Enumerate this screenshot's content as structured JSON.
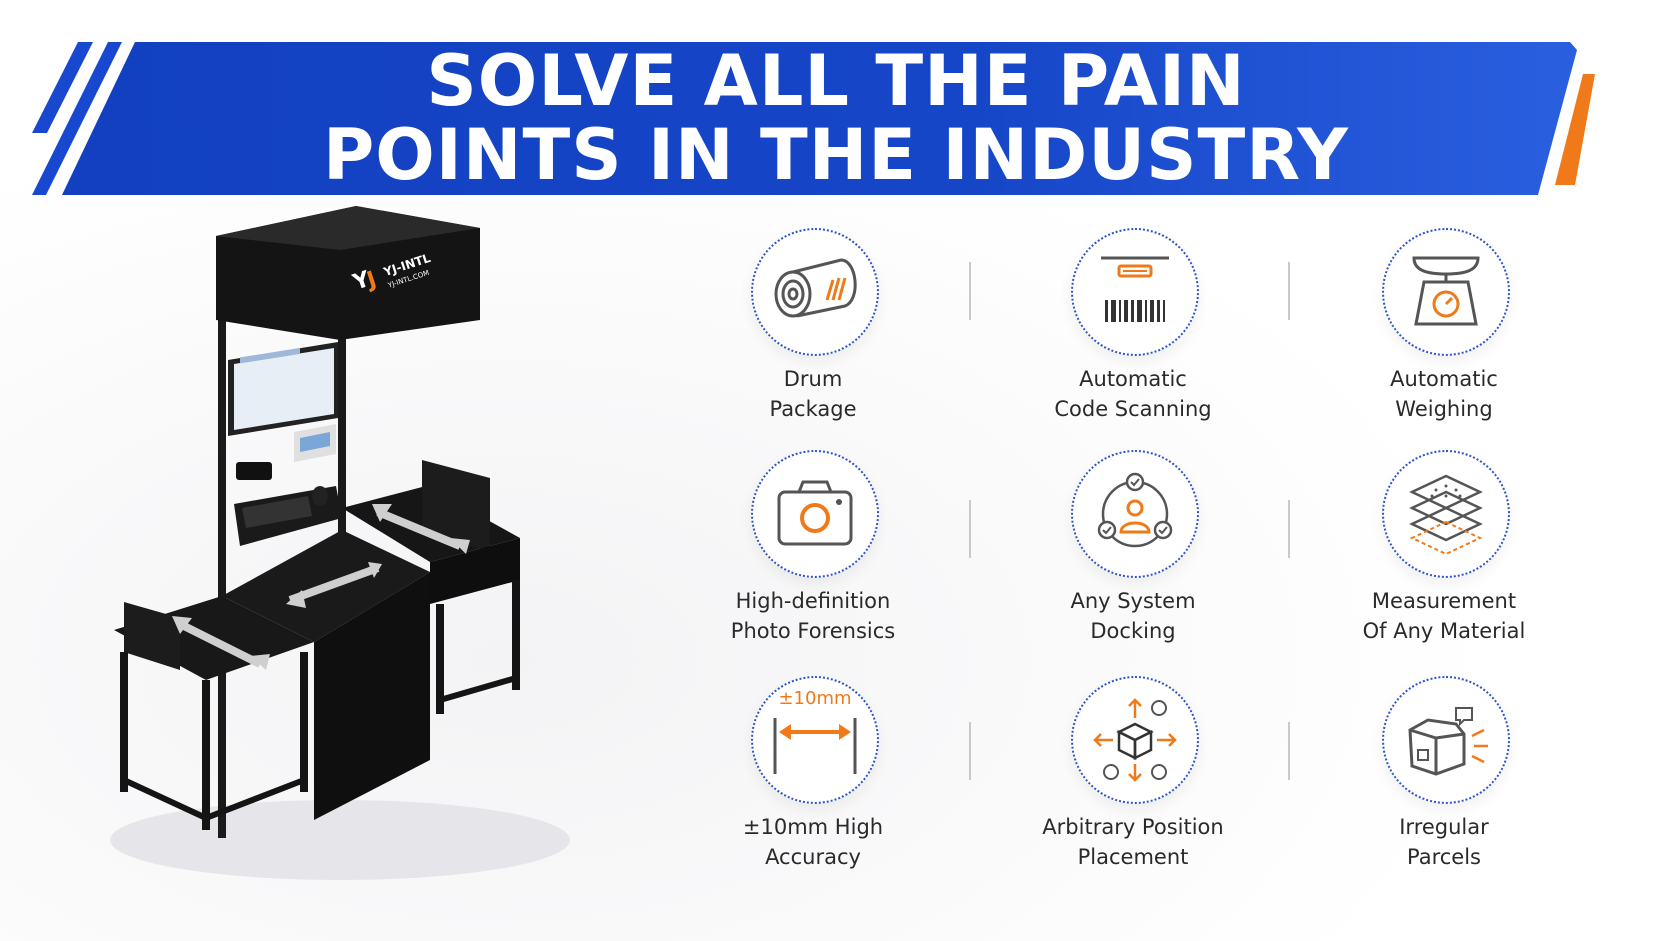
{
  "banner": {
    "title_line1": "SOLVE ALL THE PAIN",
    "title_line2": "POINTS IN THE INDUSTRY",
    "color_primary": "#1646c2",
    "color_accent": "#f07a1a"
  },
  "machine": {
    "brand": "YJ-INTL",
    "brand_url": "YJ-INTL.COM"
  },
  "features": [
    {
      "id": "drum",
      "icon": "drum-roll-icon",
      "line1": "Drum",
      "line2": "Package"
    },
    {
      "id": "scan",
      "icon": "barcode-scanner-icon",
      "line1": "Automatic",
      "line2": "Code Scanning"
    },
    {
      "id": "weigh",
      "icon": "weighing-scale-icon",
      "line1": "Automatic",
      "line2": "Weighing"
    },
    {
      "id": "photo",
      "icon": "camera-icon",
      "line1": "High-definition",
      "line2": "Photo Forensics"
    },
    {
      "id": "dock",
      "icon": "system-docking-icon",
      "line1": "Any System",
      "line2": "Docking"
    },
    {
      "id": "material",
      "icon": "material-layers-icon",
      "line1": "Measurement",
      "line2": "Of Any Material"
    },
    {
      "id": "accuracy",
      "icon": "ruler-accuracy-icon",
      "line1": "±10mm High",
      "line2": "Accuracy",
      "icon_text": "±10mm"
    },
    {
      "id": "position",
      "icon": "arbitrary-position-icon",
      "line1": "Arbitrary Position",
      "line2": "Placement"
    },
    {
      "id": "irregular",
      "icon": "irregular-parcel-icon",
      "line1": "Irregular",
      "line2": "Parcels"
    }
  ],
  "colors": {
    "icon_gray": "#555555",
    "icon_orange": "#f07a1a",
    "circle_border": "#2f55c8"
  }
}
